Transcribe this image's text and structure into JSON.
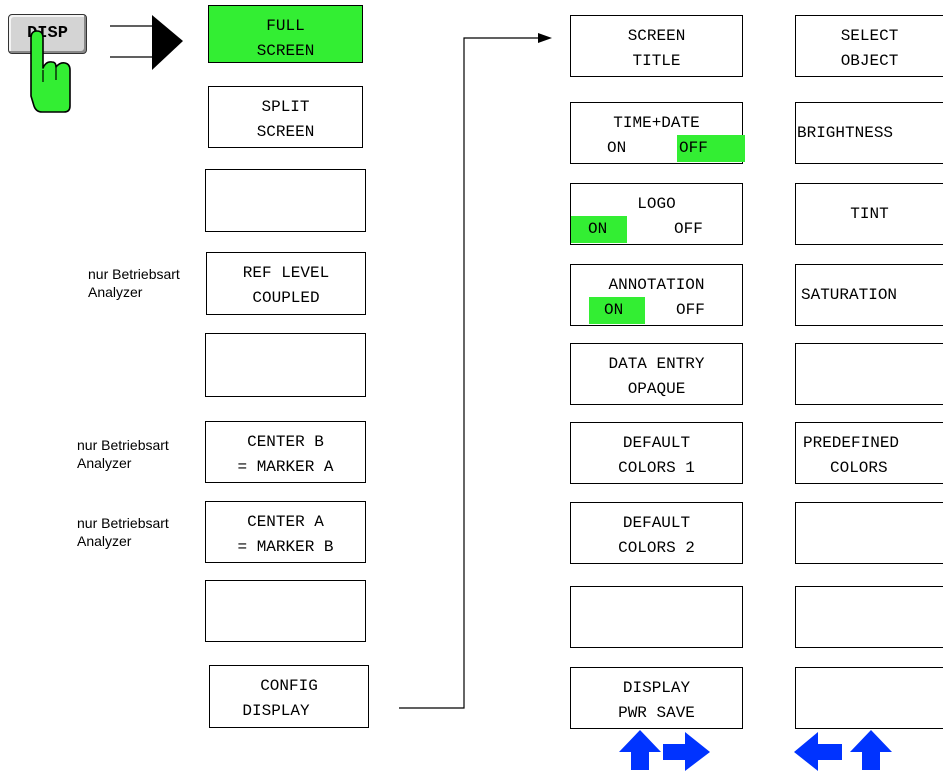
{
  "hardkey": {
    "label": "DISP"
  },
  "menu1": [
    {
      "id": "full-screen",
      "line1": "FULL",
      "line2": "SCREEN",
      "highlight": true
    },
    {
      "id": "split-screen",
      "line1": "SPLIT",
      "line2": "SCREEN"
    },
    {
      "id": "empty-1"
    },
    {
      "id": "ref-level-coupled",
      "line1": "REF LEVEL",
      "line2": "COUPLED",
      "note": [
        "nur Betriebsart",
        "Analyzer"
      ]
    },
    {
      "id": "empty-2"
    },
    {
      "id": "center-b-marker-a",
      "line1": "CENTER B",
      "line2": "= MARKER A",
      "note": [
        "nur Betriebsart",
        "Analyzer"
      ]
    },
    {
      "id": "center-a-marker-b",
      "line1": "CENTER A",
      "line2": "= MARKER B",
      "note": [
        "nur Betriebsart",
        "Analyzer"
      ]
    },
    {
      "id": "empty-3"
    },
    {
      "id": "config-display",
      "line1": "CONFIG",
      "line2": "DISPLAY"
    }
  ],
  "menu2": [
    {
      "id": "screen-title",
      "line1": "SCREEN",
      "line2": "TITLE"
    },
    {
      "id": "time-date",
      "line1": "TIME+DATE",
      "on": "ON",
      "off": "OFF",
      "active": "off"
    },
    {
      "id": "logo",
      "line1": "LOGO",
      "on": "ON",
      "off": "OFF",
      "active": "on"
    },
    {
      "id": "annotation",
      "line1": "ANNOTATION",
      "on": "ON",
      "off": "OFF",
      "active": "on"
    },
    {
      "id": "data-entry-opaque",
      "line1": "DATA ENTRY",
      "line2": "OPAQUE"
    },
    {
      "id": "default-colors-1",
      "line1": "DEFAULT",
      "line2": "COLORS 1"
    },
    {
      "id": "default-colors-2",
      "line1": "DEFAULT",
      "line2": "COLORS 2"
    },
    {
      "id": "empty-4"
    },
    {
      "id": "display-pwr-save",
      "line1": "DISPLAY",
      "line2": "PWR SAVE"
    }
  ],
  "menu3": [
    {
      "id": "select-object",
      "line1": "SELECT",
      "line2": "OBJECT"
    },
    {
      "id": "brightness",
      "single": "BRIGHTNESS"
    },
    {
      "id": "tint",
      "single": "TINT"
    },
    {
      "id": "saturation",
      "single": "SATURATION"
    },
    {
      "id": "empty-5"
    },
    {
      "id": "predefined-colors",
      "line1": "PREDEFINED",
      "line2": "COLORS"
    },
    {
      "id": "empty-6"
    },
    {
      "id": "empty-7"
    },
    {
      "id": "empty-8"
    }
  ],
  "colors": {
    "highlight": "#33ee33",
    "nav_arrow": "#0033ff",
    "hand": "#33ee33",
    "submenu_arrow": "#ffdd00"
  },
  "icons": [
    "hand-press-icon",
    "right-arrow-icon",
    "submenu-arrow-icon",
    "nav-up-arrow-icon",
    "nav-right-arrow-icon",
    "nav-left-arrow-icon"
  ]
}
